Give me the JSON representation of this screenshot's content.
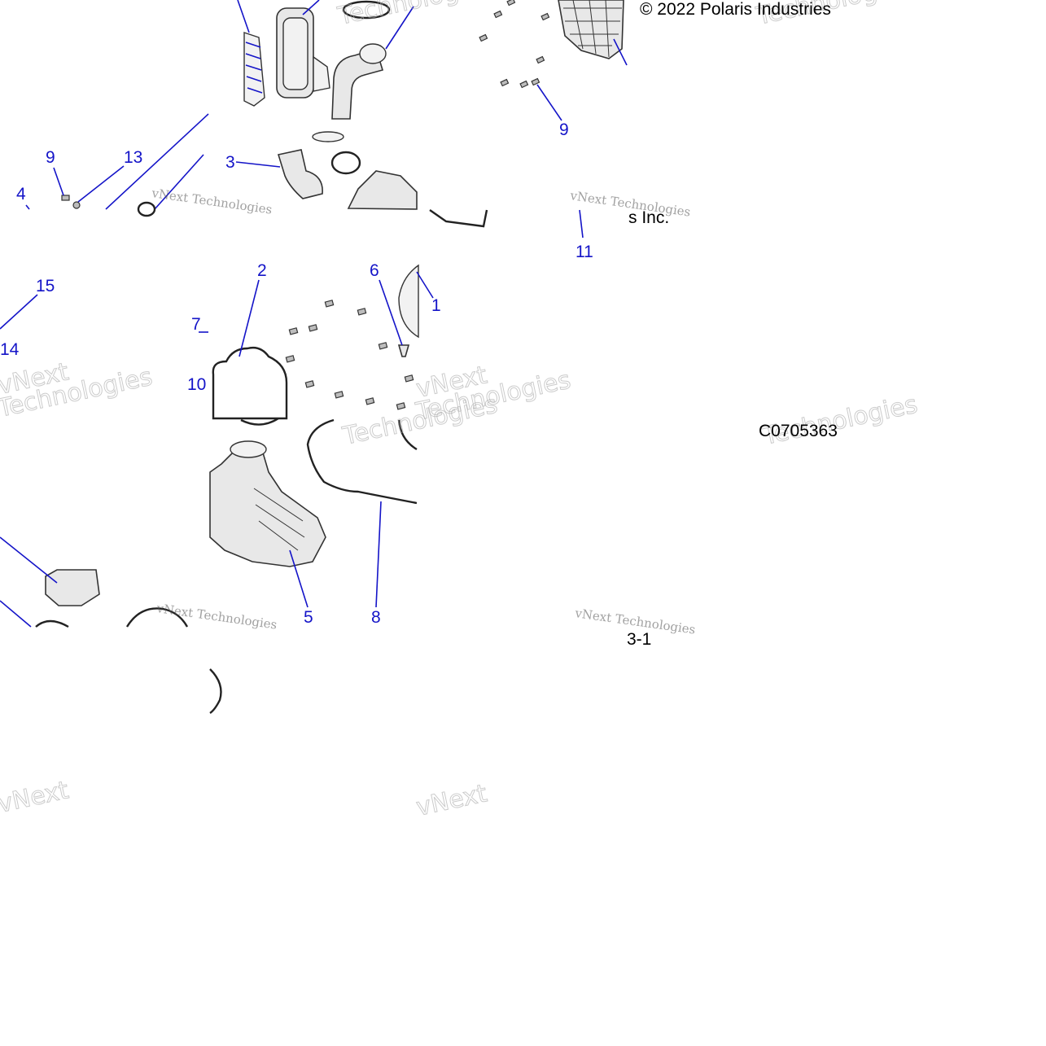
{
  "copyright": "© 2022 Polaris Industries",
  "copyright_tail": "s Inc.",
  "figure_code": "C0705363",
  "figure_tail": "3-1",
  "watermark": {
    "line1": "vNext Technologies",
    "line2": "Technologies",
    "line3": "vNext"
  },
  "callouts": [
    {
      "id": "c9a",
      "label": "9"
    },
    {
      "id": "c9b",
      "label": "9"
    },
    {
      "id": "c13",
      "label": "13"
    },
    {
      "id": "c4",
      "label": "4"
    },
    {
      "id": "c3",
      "label": "3"
    },
    {
      "id": "c11",
      "label": "11"
    },
    {
      "id": "c15",
      "label": "15"
    },
    {
      "id": "c14",
      "label": "14"
    },
    {
      "id": "c2",
      "label": "2"
    },
    {
      "id": "c6",
      "label": "6"
    },
    {
      "id": "c1",
      "label": "1"
    },
    {
      "id": "c7",
      "label": "7"
    },
    {
      "id": "c10",
      "label": "10"
    },
    {
      "id": "c5",
      "label": "5"
    },
    {
      "id": "c8",
      "label": "8"
    }
  ],
  "colors": {
    "callout": "#1414c8",
    "line_art": "#333333",
    "watermark": "#aaaaaa"
  }
}
